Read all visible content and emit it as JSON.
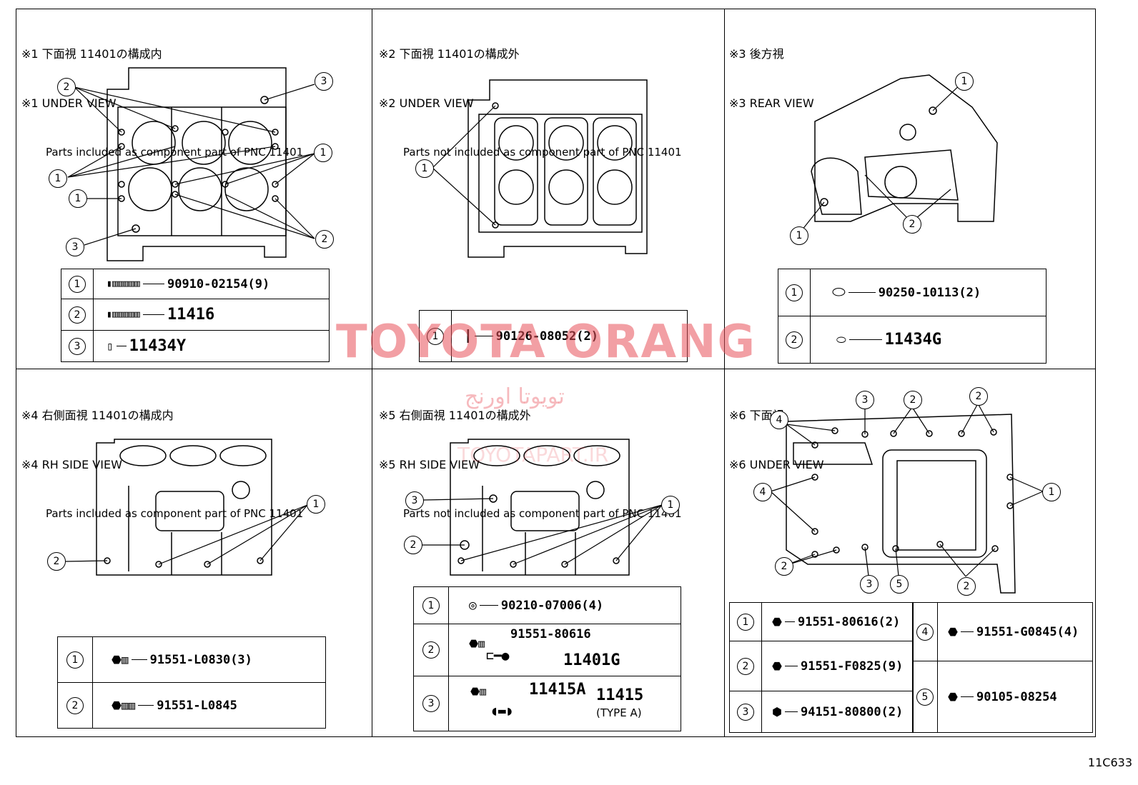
{
  "panels": [
    {
      "line1": "※1 下面視 11401の構成内",
      "line2": "※1 UNDER VIEW",
      "line3": "Parts included as component part of PNC 11401"
    },
    {
      "line1": "※2 下面視 11401の構成外",
      "line2": "※2 UNDER VIEW",
      "line3": "Parts not included as component part of PNC 11401"
    },
    {
      "line1": "※3 後方視",
      "line2": "※3 REAR VIEW",
      "line3": ""
    },
    {
      "line1": "※4 右側面視 11401の構成内",
      "line2": "※4 RH SIDE VIEW",
      "line3": "Parts included as component part of PNC 11401"
    },
    {
      "line1": "※5 右側面視 11401の構成外",
      "line2": "※5 RH SIDE VIEW",
      "line3": "Parts not included as component part of PNC 11401"
    },
    {
      "line1": "※6 下面視",
      "line2": "※6 UNDER VIEW",
      "line3": ""
    }
  ],
  "legends": {
    "p1": [
      {
        "key": "1",
        "part": "90910-02154(9)"
      },
      {
        "key": "2",
        "part": "11416"
      },
      {
        "key": "3",
        "part": "11434Y"
      }
    ],
    "p2": [
      {
        "key": "1",
        "part": "90126-08052(2)"
      }
    ],
    "p3": [
      {
        "key": "1",
        "part": "90250-10113(2)"
      },
      {
        "key": "2",
        "part": "11434G"
      }
    ],
    "p4": [
      {
        "key": "1",
        "part": "91551-L0830(3)"
      },
      {
        "key": "2",
        "part": "91551-L0845"
      }
    ],
    "p5": [
      {
        "key": "1",
        "part": "90210-07006(4)"
      },
      {
        "key": "2",
        "part": "91551-80616",
        "part2": "11401G"
      },
      {
        "key": "3",
        "part": "11415A",
        "part2": "11415",
        "part3": "(TYPE A)"
      }
    ],
    "p6": [
      {
        "key": "1",
        "part": "91551-80616(2)"
      },
      {
        "key": "2",
        "part": "91551-F0825(9)"
      },
      {
        "key": "3",
        "part": "94151-80800(2)"
      },
      {
        "key": "4",
        "part": "91551-G0845(4)"
      },
      {
        "key": "5",
        "part": "90105-08254"
      }
    ]
  },
  "callouts": {
    "c1": "1",
    "c2": "2",
    "c3": "3",
    "c4": "4",
    "c5": "5"
  },
  "watermark": "TOYOTA ORANG",
  "watermark_ar": "تويوتا اورنج",
  "watermark_url": "TOYOTAPART.IR",
  "illustration_code": "11C633"
}
